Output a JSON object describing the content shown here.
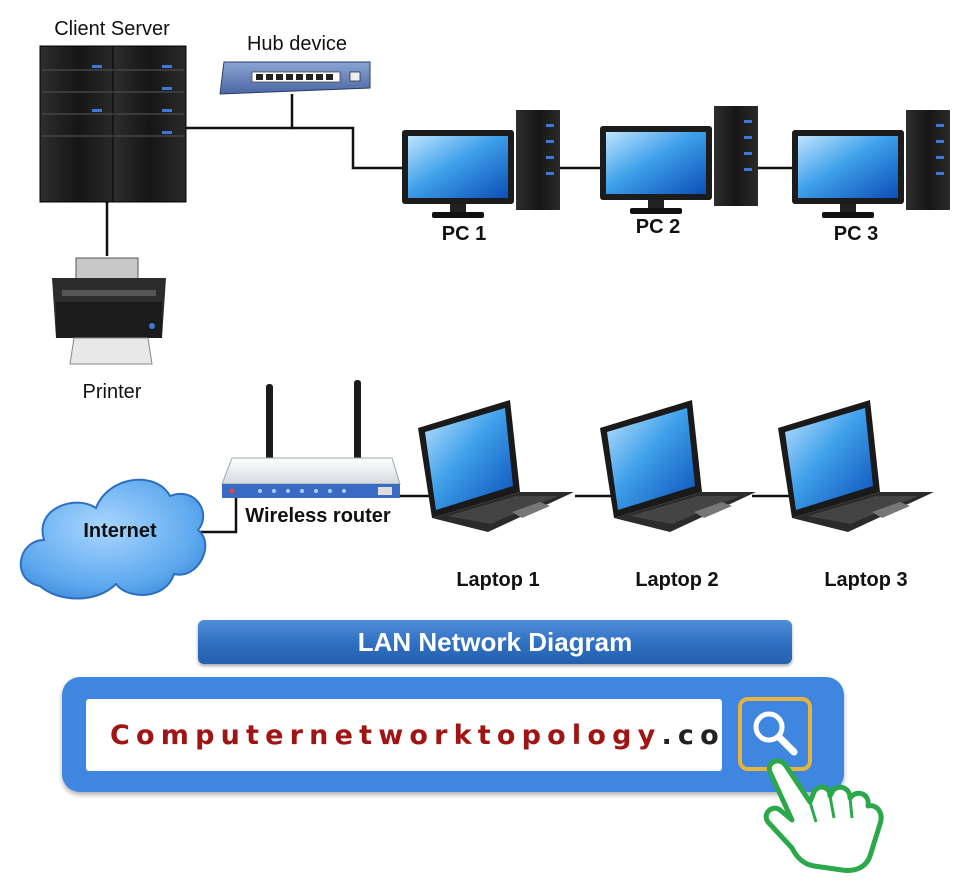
{
  "diagram": {
    "title": "LAN Network Diagram",
    "nodes": {
      "client_server": "Client Server",
      "hub": "Hub device",
      "printer": "Printer",
      "pc1": "PC 1",
      "pc2": "PC 2",
      "pc3": "PC 3",
      "internet": "Internet",
      "router": "Wireless router",
      "laptop1": "Laptop 1",
      "laptop2": "Laptop 2",
      "laptop3": "Laptop 3"
    },
    "links": [
      [
        "Client Server",
        "Hub device"
      ],
      [
        "Hub device",
        "PC 1"
      ],
      [
        "PC 1",
        "PC 2"
      ],
      [
        "PC 2",
        "PC 3"
      ],
      [
        "Client Server",
        "Printer"
      ],
      [
        "Internet",
        "Wireless router"
      ],
      [
        "Wireless router",
        "Laptop 1"
      ],
      [
        "Laptop 1",
        "Laptop 2"
      ],
      [
        "Laptop 2",
        "Laptop 3"
      ]
    ]
  },
  "search": {
    "url_main": "Computernetworktopology",
    "url_tld": ".com"
  },
  "colors": {
    "banner": "#2f6fc2",
    "search_bar": "#3f86e0",
    "url_main": "#a01414",
    "search_button_border": "#e6b43c",
    "hand_outline": "#2aa84a"
  },
  "icons": {
    "search_button": "magnifier-icon",
    "pointer": "pointing-hand-icon"
  }
}
